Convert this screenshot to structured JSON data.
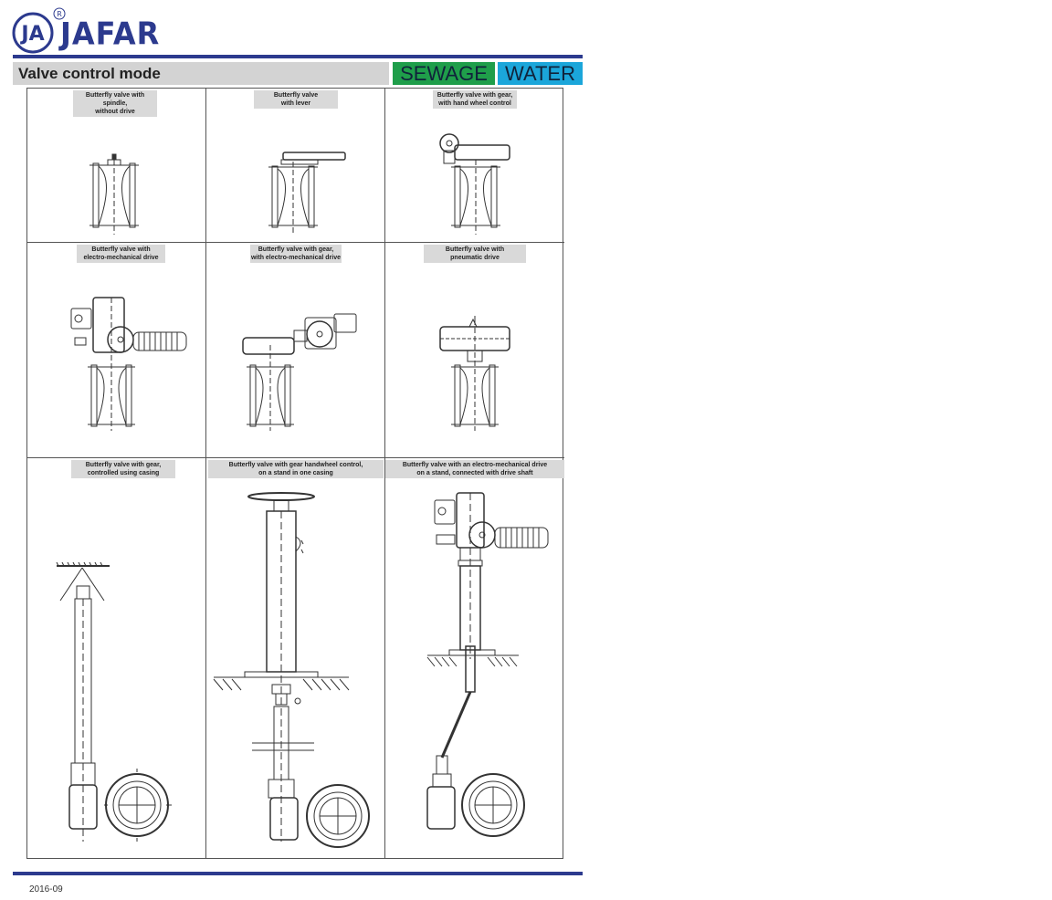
{
  "brand": {
    "logo_text": "JAFAR",
    "logo_mark": "JA",
    "registered": "R"
  },
  "header": {
    "title": "Valve control mode"
  },
  "tags": {
    "sewage": "SEWAGE",
    "water": "WATER",
    "sewage_color": "#1f9e4a",
    "water_color": "#1ba6da"
  },
  "cells": [
    {
      "caption": [
        "Butterfly valve with spindle,",
        "without drive"
      ]
    },
    {
      "caption": [
        "Butterfly valve",
        "with lever"
      ]
    },
    {
      "caption": [
        "Butterfly valve with gear,",
        "with hand wheel control"
      ]
    },
    {
      "caption": [
        "Butterfly valve with",
        "electro-mechanical drive"
      ]
    },
    {
      "caption": [
        "Butterfly valve with gear,",
        "with electro-mechanical drive"
      ]
    },
    {
      "caption": [
        "Butterfly valve with",
        "pneumatic drive"
      ]
    },
    {
      "caption": [
        "Butterfly valve with gear,",
        "controlled using casing"
      ]
    },
    {
      "caption": [
        "Butterfly valve with gear handwheel control,",
        "on a stand in one casing"
      ]
    },
    {
      "caption": [
        "Butterfly valve with an electro-mechanical drive",
        "on a stand, connected with drive shaft"
      ]
    }
  ],
  "footer": {
    "date": "2016-09"
  }
}
